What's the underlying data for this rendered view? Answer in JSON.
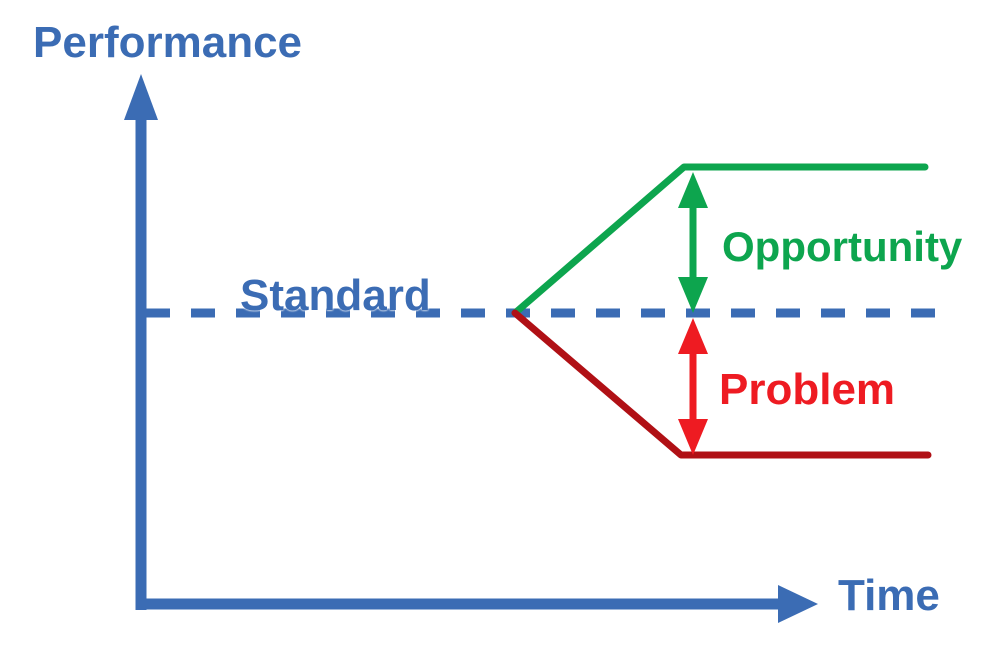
{
  "labels": {
    "y_axis": "Performance",
    "x_axis": "Time",
    "standard": "Standard",
    "above_standard": "Opportunity",
    "below_standard": "Problem"
  },
  "colors": {
    "background": "#ffffff",
    "blue": "#3b6cb4",
    "green": "#0da54e",
    "dark_red": "#b01015",
    "bright_red": "#ee1b22"
  },
  "diagram": {
    "description": "Conceptual performance-over-time diagram: a dashed Standard baseline branches at a point into a rising green line (gap labeled Opportunity) and a falling dark-red line (gap labeled Problem), each measured with a vertical double-headed arrow from the standard line to its plateau."
  }
}
